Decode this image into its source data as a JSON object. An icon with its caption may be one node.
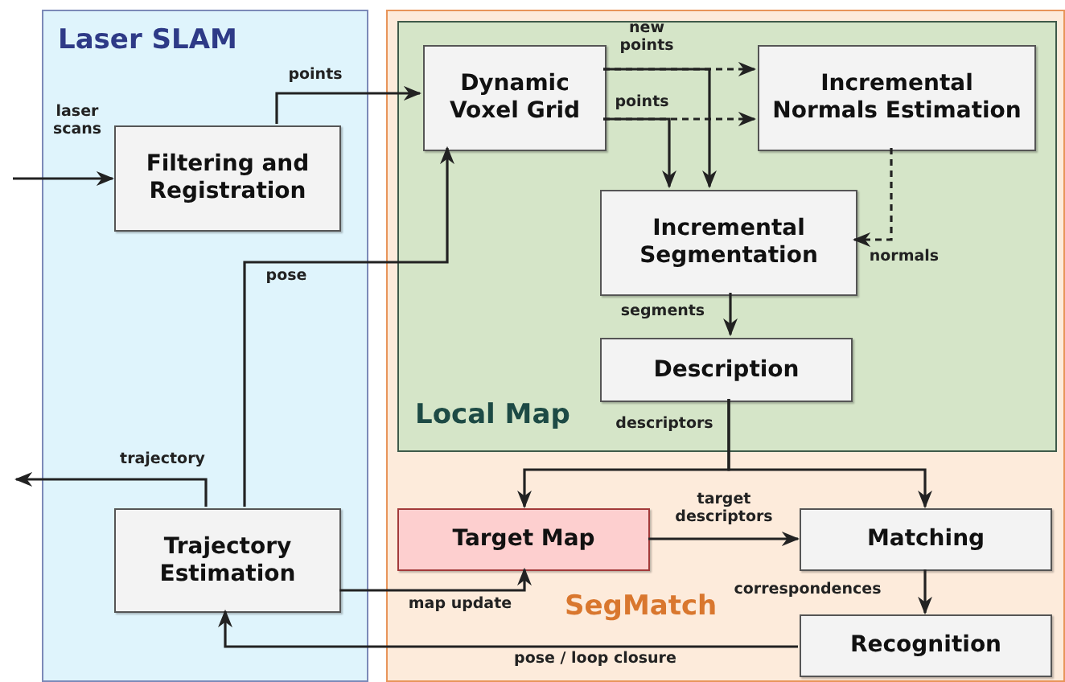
{
  "diagram": {
    "nodes": [
      {
        "text": [
          "Laser SLAM"
        ]
      },
      {
        "text": [
          "SegMatch"
        ]
      },
      {
        "text": [
          "Local Map"
        ],
        "in": 1
      },
      {
        "text": [
          "Filtering and Registration"
        ],
        "in": 0
      },
      {
        "text": [
          "Trajectory Estimation"
        ],
        "in": 0
      },
      {
        "text": [
          "Dynamic Voxel Grid"
        ],
        "in": 2
      },
      {
        "text": [
          "Incremental Normals Estimation"
        ],
        "in": 2
      },
      {
        "text": [
          "Incremental Segmentation"
        ],
        "in": 2
      },
      {
        "text": [
          "Description"
        ],
        "in": 2
      },
      {
        "text": [
          "Target Map"
        ],
        "in": 1
      },
      {
        "text": [
          "Matching"
        ],
        "in": 1
      },
      {
        "text": [
          "Recognition"
        ],
        "in": 1
      }
    ],
    "edges": [
      {
        "from": null,
        "to": 3,
        "arrow": "to",
        "label": "laser scans"
      },
      {
        "from": 3,
        "to": 5,
        "arrow": "to",
        "label": "points"
      },
      {
        "from": 5,
        "to": 6,
        "arrow": "to",
        "label": "new points",
        "style": "dashed"
      },
      {
        "from": 5,
        "to": 6,
        "arrow": "to",
        "label": "points",
        "style": "dashed"
      },
      {
        "from": 5,
        "to": 7,
        "arrow": "to"
      },
      {
        "from": 5,
        "to": 7,
        "arrow": "to"
      },
      {
        "from": 6,
        "to": 7,
        "arrow": "to",
        "label": "normals",
        "style": "dashed"
      },
      {
        "from": 7,
        "to": 8,
        "arrow": "to",
        "label": "segments"
      },
      {
        "from": 8,
        "to": 9,
        "arrow": "to",
        "label": "descriptors"
      },
      {
        "from": 8,
        "to": 10,
        "arrow": "to"
      },
      {
        "from": 9,
        "to": 10,
        "arrow": "to",
        "label": "target descriptors"
      },
      {
        "from": 10,
        "to": 11,
        "arrow": "to",
        "label": "correspondences"
      },
      {
        "from": 11,
        "to": 4,
        "arrow": "to",
        "label": "pose / loop closure"
      },
      {
        "from": 4,
        "to": 9,
        "arrow": "to",
        "label": "map update"
      },
      {
        "from": 4,
        "to": 5,
        "arrow": "to",
        "label": "pose"
      },
      {
        "from": 4,
        "to": null,
        "arrow": "to",
        "label": "trajectory"
      }
    ]
  }
}
